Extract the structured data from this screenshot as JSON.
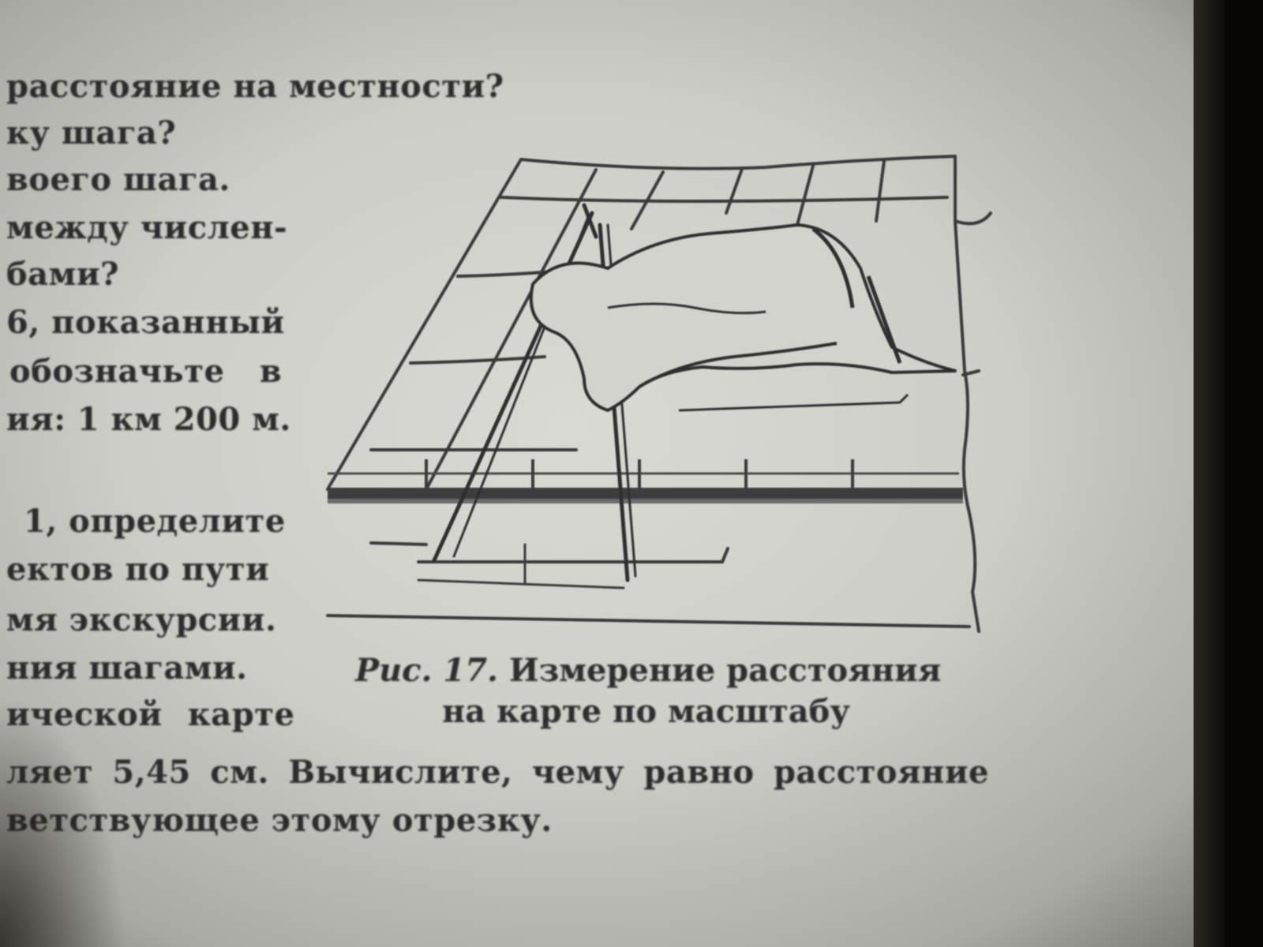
{
  "left_text_lines": [
    "расстояние на местности?",
    "ку шага?",
    "воего шага.",
    "между числен-",
    "бами?",
    "6, показанный",
    "обозначьте в",
    "ия: 1 км 200 м.",
    "1, определите",
    "ектов по пути",
    "мя экскурсии.",
    "ния шагами.",
    "ической карте"
  ],
  "bottom_text_lines": [
    "ляет 5,45 см. Вычислите, чему равно расстояние",
    "ветствующее этому отрезку."
  ],
  "figure": {
    "label": "Рис. 17.",
    "caption_line1": "Измерение расстояния",
    "caption_line2": "на карте по масштабу"
  }
}
